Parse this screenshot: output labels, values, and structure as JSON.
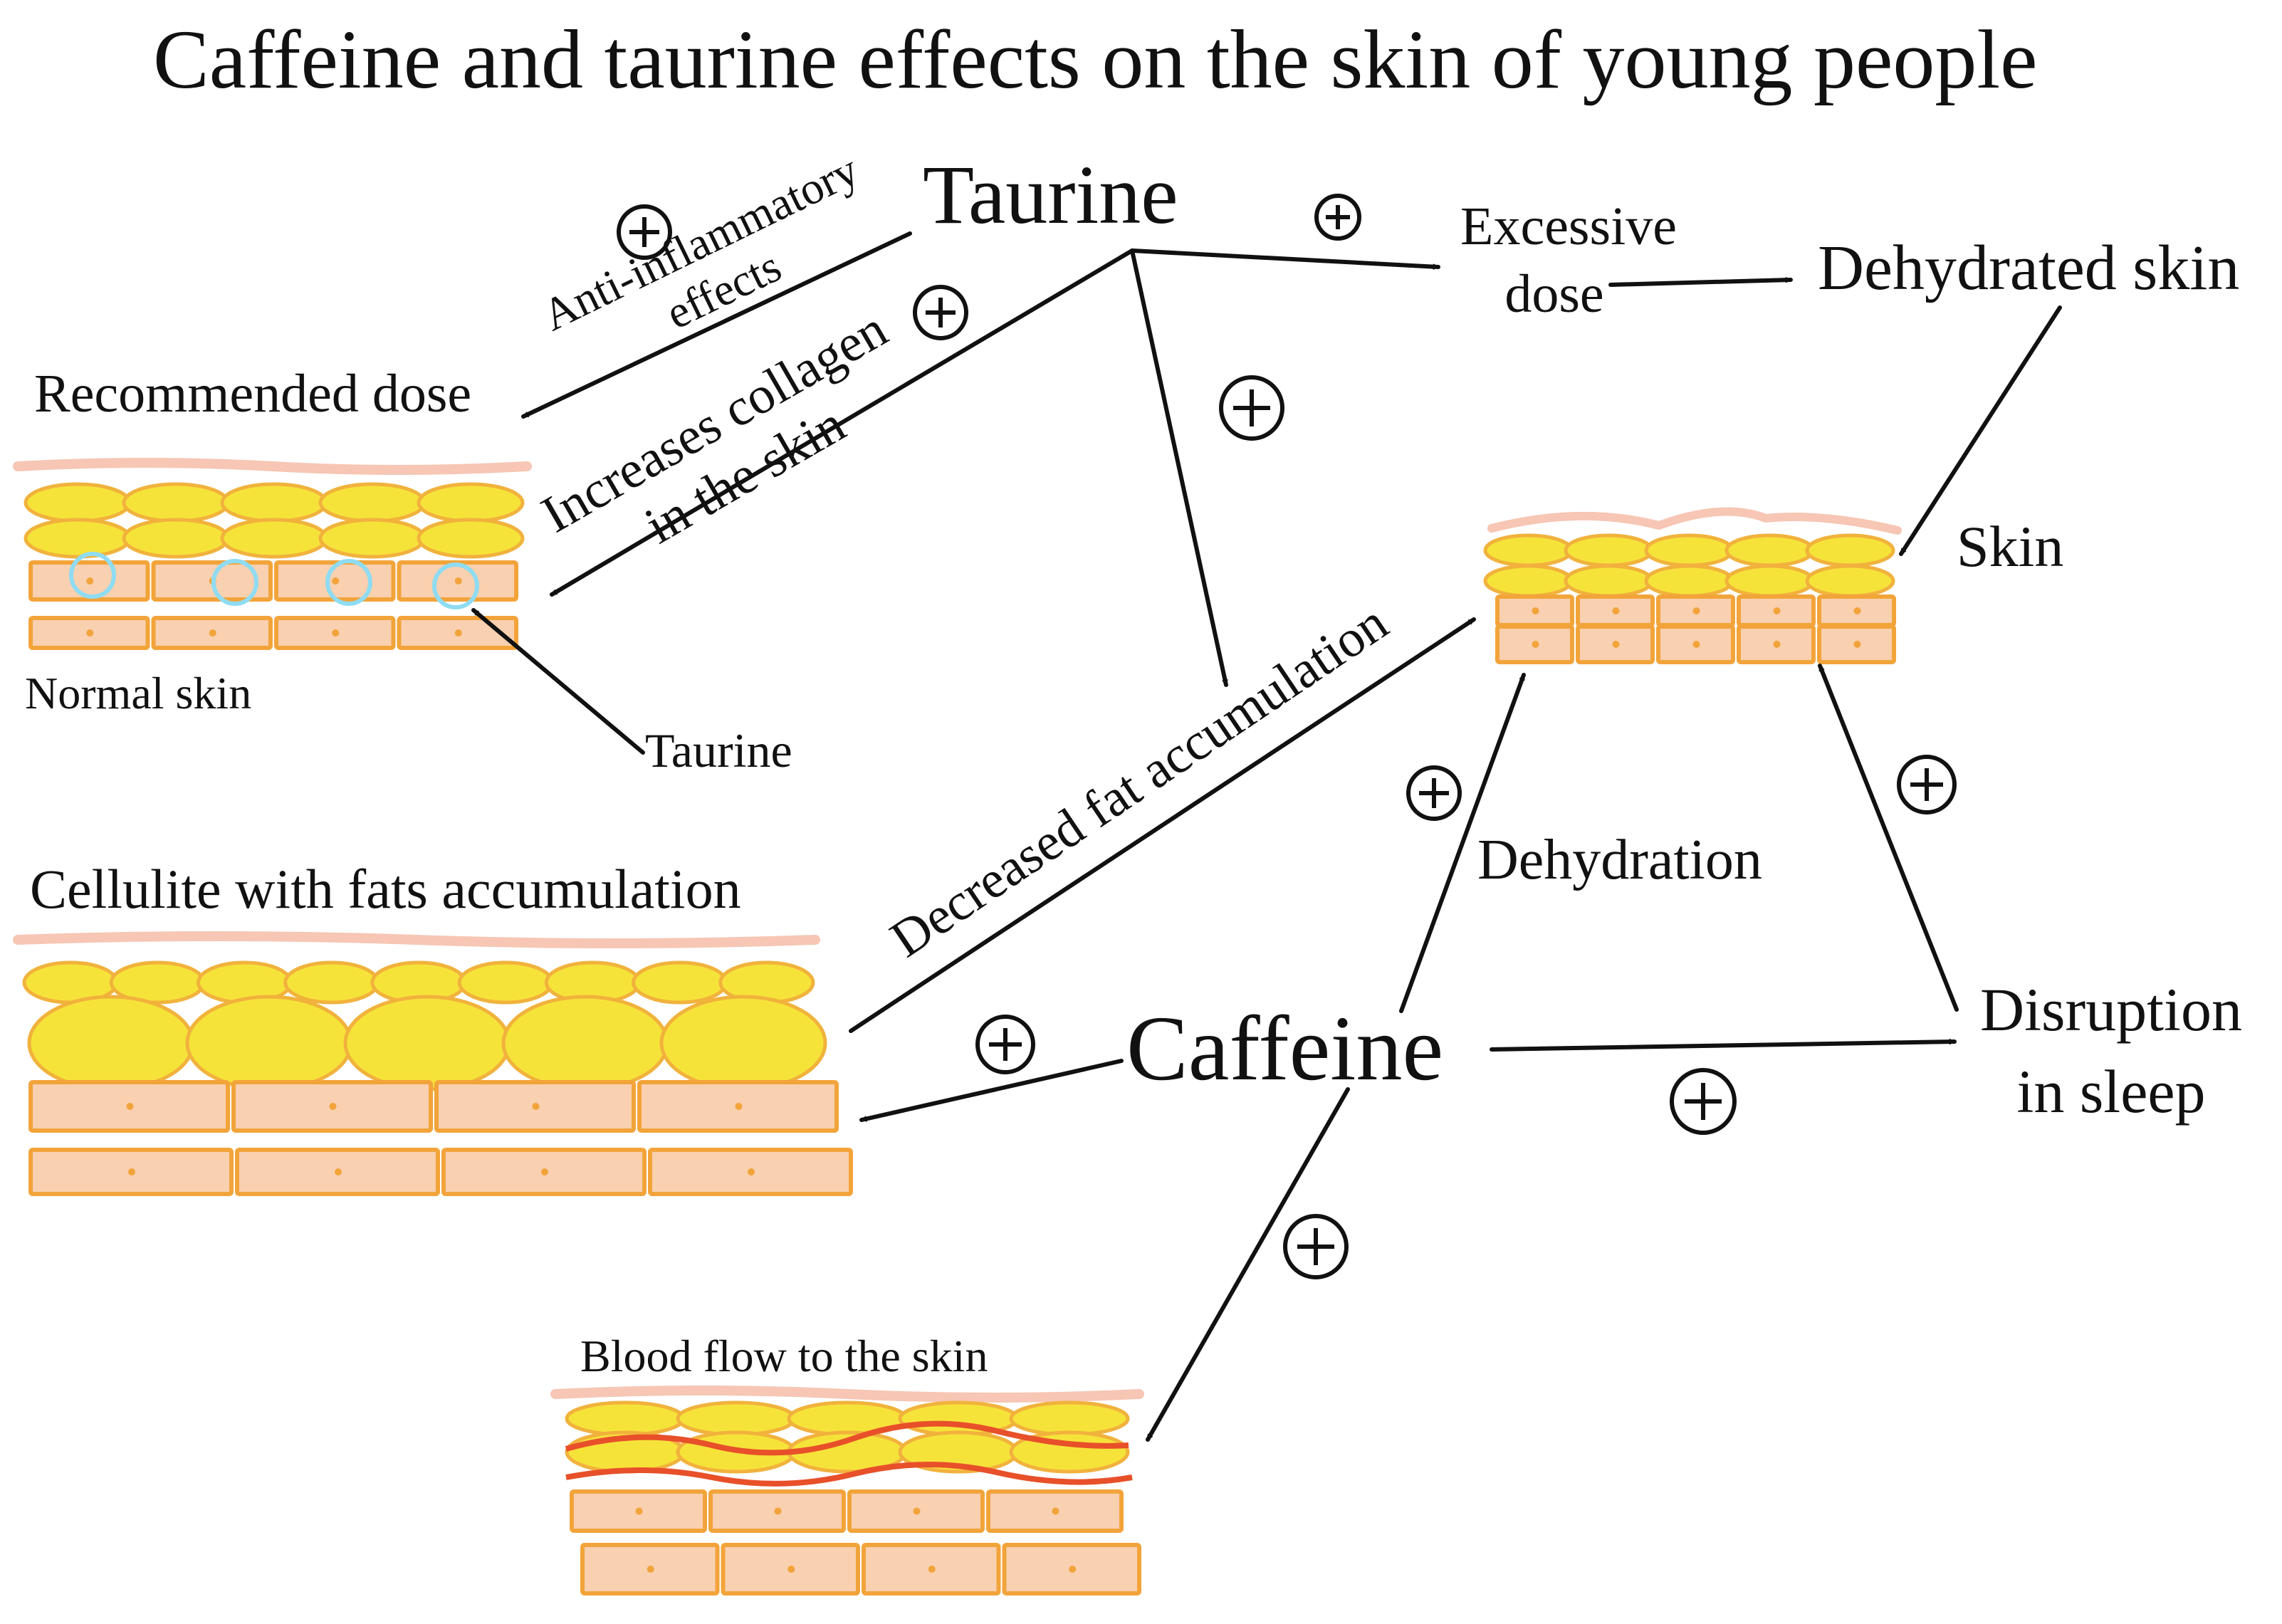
{
  "title": "Caffeine and taurine effects on the skin of young people",
  "nodes": {
    "taurine": "Taurine",
    "caffeine": "Caffeine",
    "excessive_dose": [
      "Excessive",
      "dose"
    ],
    "dehydrated_skin": "Dehydrated skin",
    "skin": "Skin",
    "recommended_dose": "Recommended dose",
    "normal_skin": "Normal skin",
    "taurine_pointer": "Taurine",
    "cellulite": "Cellulite with fats accumulation",
    "blood_flow": "Blood flow to the skin",
    "disruption_sleep": [
      "Disruption",
      "in sleep"
    ],
    "dehydration": "Dehydration"
  },
  "edge_labels": {
    "anti_inflammatory": [
      "Anti-inflammatory",
      "effects"
    ],
    "increases_collagen": [
      "Increases collagen",
      "in the skin"
    ],
    "decreased_fat": "Decreased fat accumulation"
  },
  "colors": {
    "fat_cell_fill": "#f6e33a",
    "fat_cell_stroke": "#f1b23c",
    "dermis_fill": "#f9d0b0",
    "dermis_stroke": "#f2a43a",
    "surface": "#f7c6b4",
    "blood": "#e8502a",
    "taurine_ring": "#8fdcf2",
    "ink": "#111111"
  }
}
